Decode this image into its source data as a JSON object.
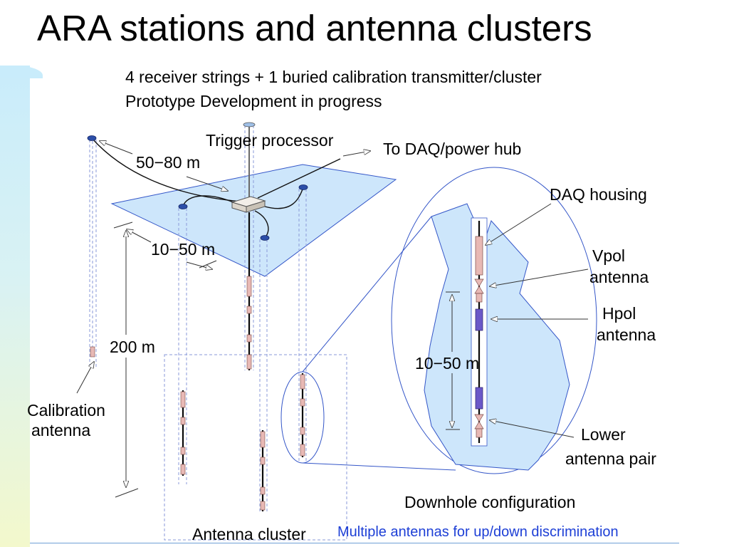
{
  "title": "ARA stations and antenna clusters",
  "subtitle_lines": [
    "4 receiver strings + 1 buried calibration transmitter/cluster",
    "Prototype Development in progress"
  ],
  "labels": {
    "trigger_processor": "Trigger processor",
    "daq_hub": "To DAQ/power hub",
    "spacing_50_80": "50−80 m",
    "spacing_10_50_surface": "10−50 m",
    "depth_200": "200 m",
    "calibration_antenna_line1": "Calibration",
    "calibration_antenna_line2": "antenna",
    "antenna_cluster": "Antenna cluster",
    "daq_housing": "DAQ housing",
    "vpol_line1": "Vpol",
    "vpol_line2": "antenna",
    "hpol_line1": "Hpol",
    "hpol_line2": "antenna",
    "spacing_10_50_downhole": "10−50 m",
    "lower_pair_line1": "Lower",
    "lower_pair_line2": "antenna pair",
    "downhole_configuration": "Downhole configuration"
  },
  "bottom_note": "Multiple antennas for up/down discrimination",
  "colors": {
    "ice": "#cde6fb",
    "ice_stroke": "#3456c8",
    "string": "#0a0a0a",
    "antenna_pink": "#e8b9b5",
    "antenna_blue": "#6b58c8",
    "note_blue": "#1d3fd6"
  }
}
